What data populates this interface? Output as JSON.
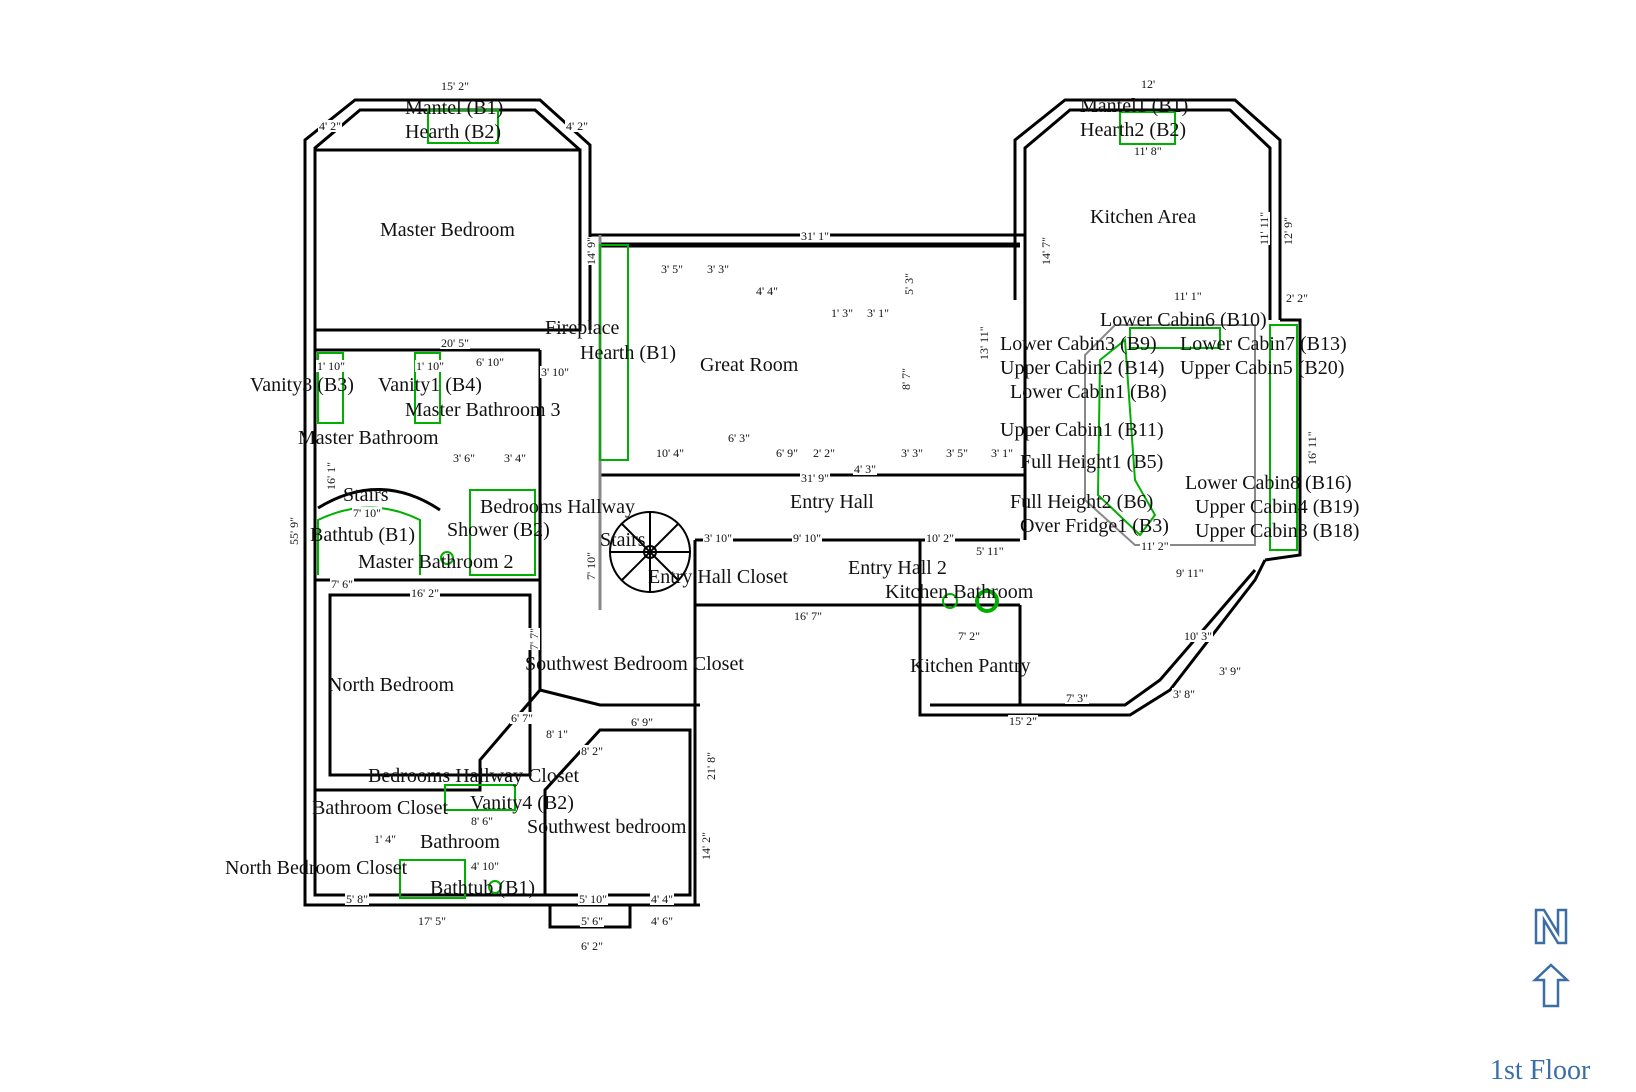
{
  "floor_label": "1st Floor",
  "compass": {
    "letter": "N",
    "icon": "north-arrow-icon",
    "color": "#3a6ea5"
  },
  "colors": {
    "walls": "#000000",
    "fixtures": "#00b000",
    "secondary": "#999999"
  },
  "rooms": [
    "Master Bedroom",
    "Kitchen Area",
    "Great Room",
    "Entry Hall",
    "Master Bathroom",
    "Master Bathroom 3",
    "Master Bathroom 2",
    "Bedrooms Hallway",
    "Stairs",
    "Stairs",
    "Entry Hall Closet",
    "Entry Hall 2",
    "Kitchen Bathroom",
    "Kitchen Pantry",
    "Southwest Bedroom Closet",
    "North Bedroom",
    "Bedrooms Hallway Closet",
    "Bathroom Closet",
    "Bathroom",
    "North Bedroom Closet",
    "Southwest bedroom",
    "Fireplace"
  ],
  "fixtures": [
    "Mantel (B1)",
    "Hearth (B2)",
    "Mantel1 (B1)",
    "Hearth2 (B2)",
    "Hearth (B1)",
    "Vanity3 (B3)",
    "Vanity1 (B4)",
    "Shower (B2)",
    "Bathtub (B1)",
    "Vanity4 (B2)",
    "Bathtub (B1)",
    "Lower Cabin6 (B10)",
    "Lower Cabin3 (B9)",
    "Upper Cabin2 (B14)",
    "Upper Cabin5 (B20)",
    "Lower Cabin7 (B13)",
    "Lower Cabin1 (B8)",
    "Upper Cabin1 (B11)",
    "Full Height1 (B5)",
    "Full Height2 (B6)",
    "Over Fridge1 (B3)",
    "Lower Cabin8 (B16)",
    "Upper Cabin4 (B19)",
    "Upper Cabin3 (B18)"
  ],
  "dimensions": [
    "15' 2\"",
    "4' 2\"",
    "4' 2\"",
    "20' 5\"",
    "1' 10\"",
    "1' 10\"",
    "6' 10\"",
    "3' 10\"",
    "3' 6\"",
    "3' 4\"",
    "7' 10\"",
    "7' 6\"",
    "16' 2\"",
    "31' 1\"",
    "3' 5\"",
    "3' 3\"",
    "4' 4\"",
    "1' 3\"",
    "3' 1\"",
    "10' 4\"",
    "6' 9\"",
    "2' 2\"",
    "6' 3\"",
    "3' 3\"",
    "3' 5\"",
    "3' 1\"",
    "4' 3\"",
    "31' 9\"",
    "3' 10\"",
    "9' 10\"",
    "10' 2\"",
    "5' 11\"",
    "16' 7\"",
    "7' 2\"",
    "12'",
    "11' 8\"",
    "11' 1\"",
    "2' 2\"",
    "11' 2\"",
    "9' 11\"",
    "7' 3\"",
    "15' 2\"",
    "6' 9\"",
    "5' 10\"",
    "4' 4\"",
    "5' 6\"",
    "4' 6\"",
    "6' 2\"",
    "17' 5\"",
    "5' 8\"",
    "8' 6\"",
    "4' 10\"",
    "1' 4\"",
    "6' 7\"",
    "8' 1\"",
    "8' 2\"",
    "10' 3\"",
    "3' 9\"",
    "3' 8\"",
    "16' 1\"",
    "55' 9\"",
    "14' 9\"",
    "14' 7\"",
    "13' 11\"",
    "8' 7\"",
    "5' 3\"",
    "11' 11\"",
    "12' 9\"",
    "16' 11\"",
    "21' 8\"",
    "14' 2\"",
    "7' 10\"",
    "7' 7\""
  ]
}
